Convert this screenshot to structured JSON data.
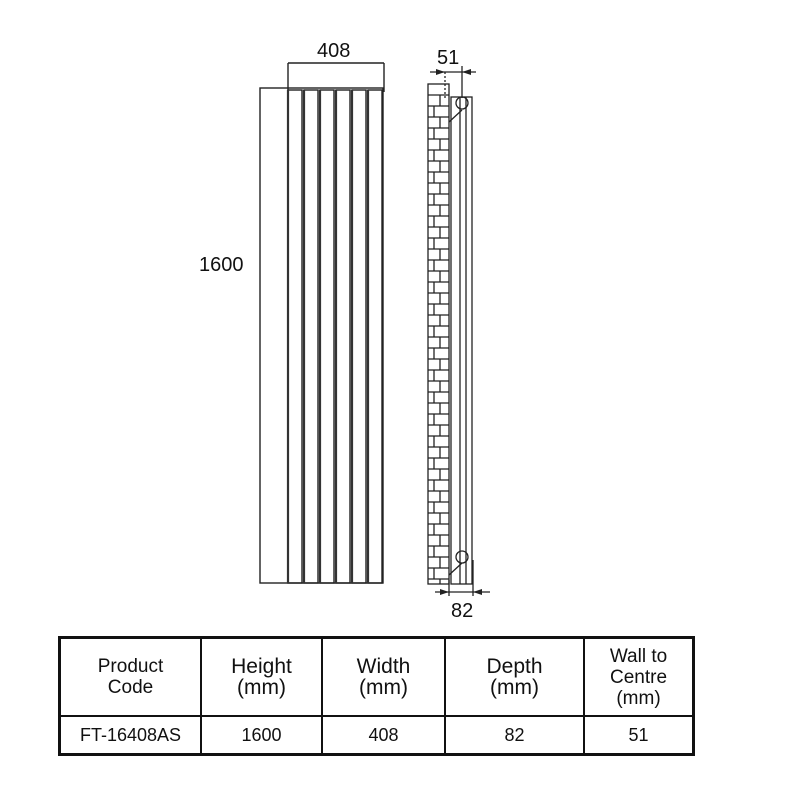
{
  "drawing": {
    "front_view": {
      "width_label": "408",
      "height_label": "1600",
      "panel_count": 6
    },
    "side_view": {
      "wall_to_centre_label": "51",
      "depth_label": "82"
    }
  },
  "spec_table": {
    "headers": [
      {
        "lines": [
          "Product",
          "Code"
        ]
      },
      {
        "lines": [
          "Height",
          "(mm)"
        ]
      },
      {
        "lines": [
          "Width",
          "(mm)"
        ]
      },
      {
        "lines": [
          "Depth",
          "(mm)"
        ]
      },
      {
        "lines": [
          "Wall to",
          "Centre",
          "(mm)"
        ]
      }
    ],
    "rows": [
      [
        "FT-16408AS",
        "1600",
        "408",
        "82",
        "51"
      ]
    ]
  },
  "colors": {
    "line": "#111111",
    "background": "#ffffff"
  }
}
